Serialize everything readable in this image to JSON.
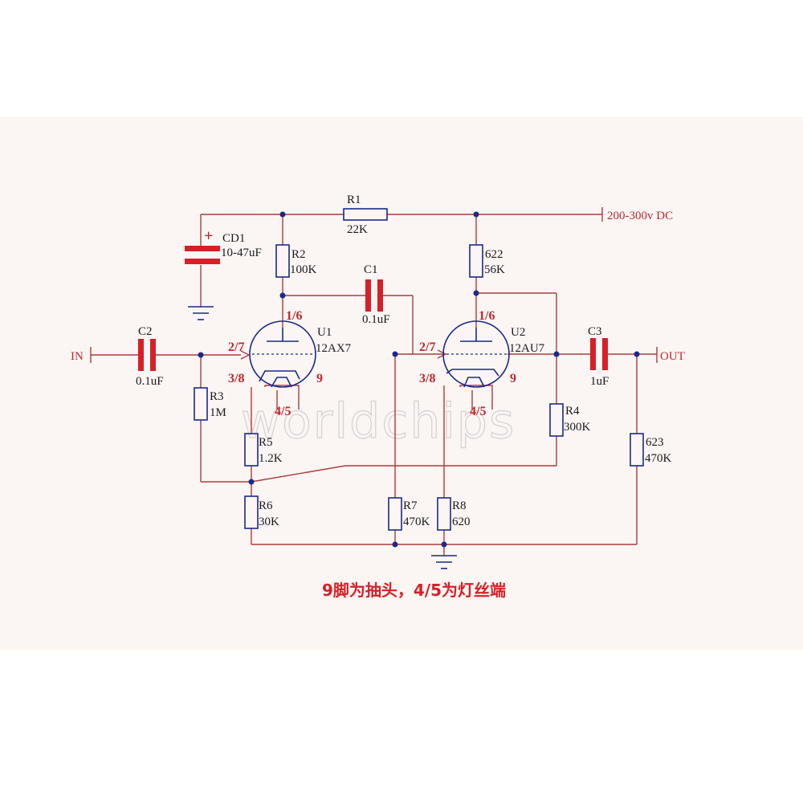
{
  "labels": {
    "r1": {
      "ref": "R1",
      "value": "22K"
    },
    "r2": {
      "ref": "R2",
      "value": "100K"
    },
    "r622": {
      "ref": "622",
      "value": "56K"
    },
    "cd1": {
      "ref": "CD1",
      "value": "10-47uF"
    },
    "c1": {
      "ref": "C1",
      "value": "0.1uF"
    },
    "c2": {
      "ref": "C2",
      "value": "0.1uF"
    },
    "c3": {
      "ref": "C3",
      "value": "1uF"
    },
    "u1": {
      "ref": "U1",
      "value": "12AX7"
    },
    "u2": {
      "ref": "U2",
      "value": "12AU7"
    },
    "r3": {
      "ref": "R3",
      "value": "1M"
    },
    "r4": {
      "ref": "R4",
      "value": "300K"
    },
    "r5": {
      "ref": "R5",
      "value": "1.2K"
    },
    "r6": {
      "ref": "R6",
      "value": "30K"
    },
    "r7": {
      "ref": "R7",
      "value": "470K"
    },
    "r8": {
      "ref": "R8",
      "value": "620"
    },
    "r623": {
      "ref": "623",
      "value": "470K"
    }
  },
  "pins": {
    "p16": "1/6",
    "p27": "2/7",
    "p38": "3/8",
    "p9": "9",
    "p45": "4/5"
  },
  "ports": {
    "in": "IN",
    "out": "OUT",
    "supply": "200-300v DC"
  },
  "cd1_polarity": "+",
  "note": "9脚为抽头，4/5为灯丝端",
  "watermark": "worldchips"
}
